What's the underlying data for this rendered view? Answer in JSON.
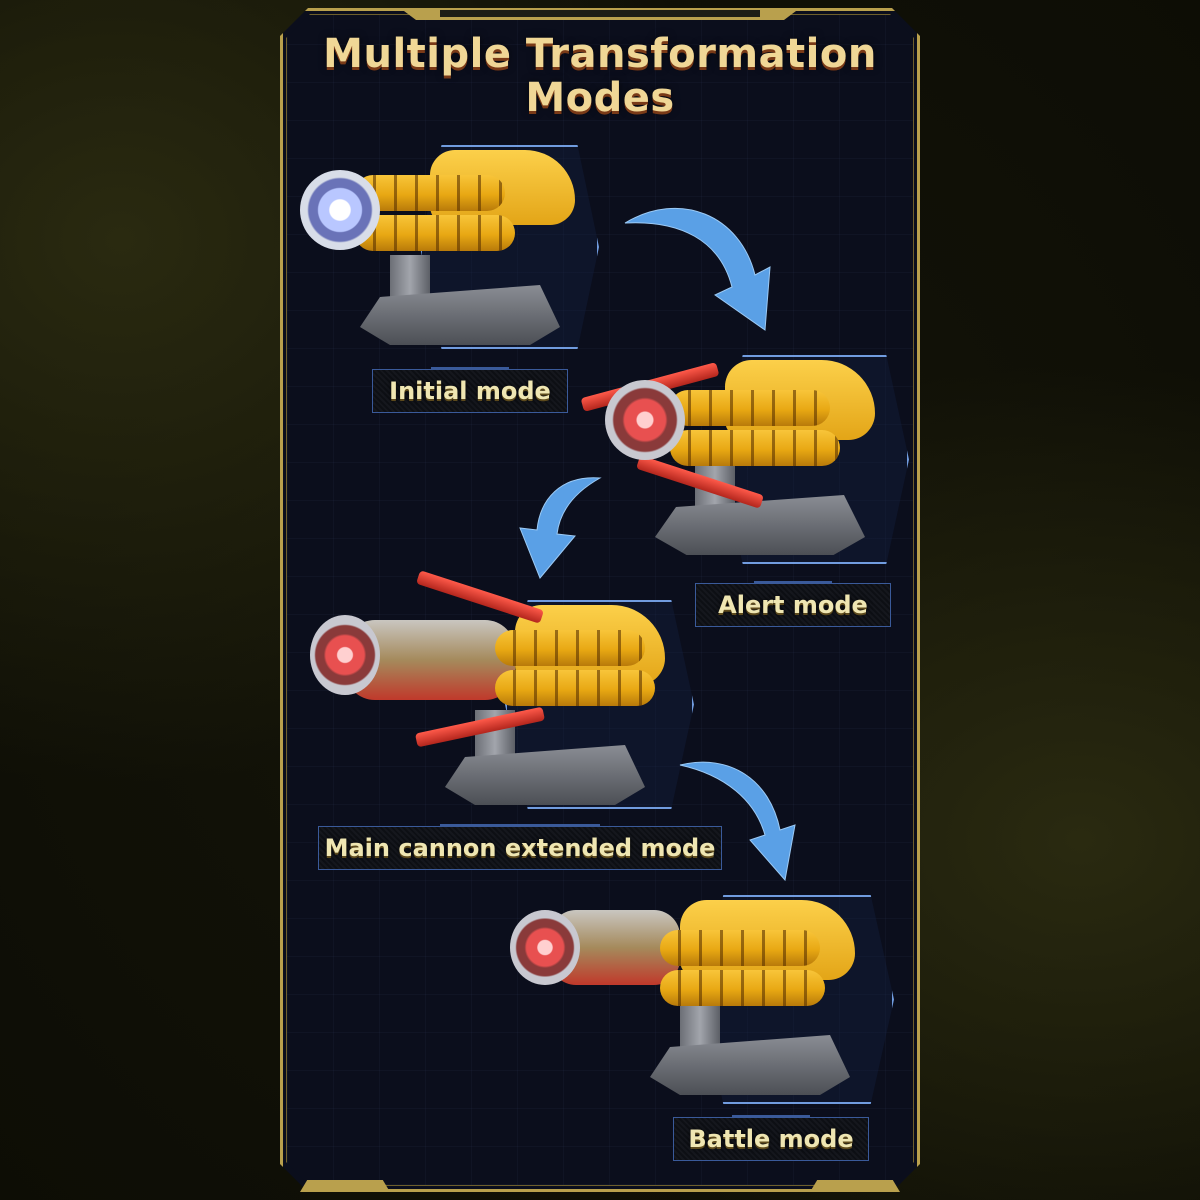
{
  "title": {
    "line1": "Multiple Transformation",
    "line2": "Modes"
  },
  "modes": [
    {
      "label": "Initial mode",
      "muzzle": "blue"
    },
    {
      "label": "Alert mode",
      "muzzle": "red"
    },
    {
      "label": "Main cannon extended mode",
      "muzzle": "red"
    },
    {
      "label": "Battle mode",
      "muzzle": "red"
    }
  ],
  "colors": {
    "frame_gold": "#b9a04d",
    "panel_bg": "#0b0e1c",
    "title_gold": "#f0d796",
    "cannon_yellow": "#f3b92a",
    "arrow_blue": "#5aa0e6",
    "hex_glow": "#82b4ff"
  },
  "arrows": [
    {
      "from": "Initial mode",
      "to": "Alert mode",
      "icon": "curved-arrow-down-right"
    },
    {
      "from": "Alert mode",
      "to": "Main cannon extended mode",
      "icon": "curved-arrow-down-left"
    },
    {
      "from": "Main cannon extended mode",
      "to": "Battle mode",
      "icon": "curved-arrow-down-right"
    }
  ]
}
